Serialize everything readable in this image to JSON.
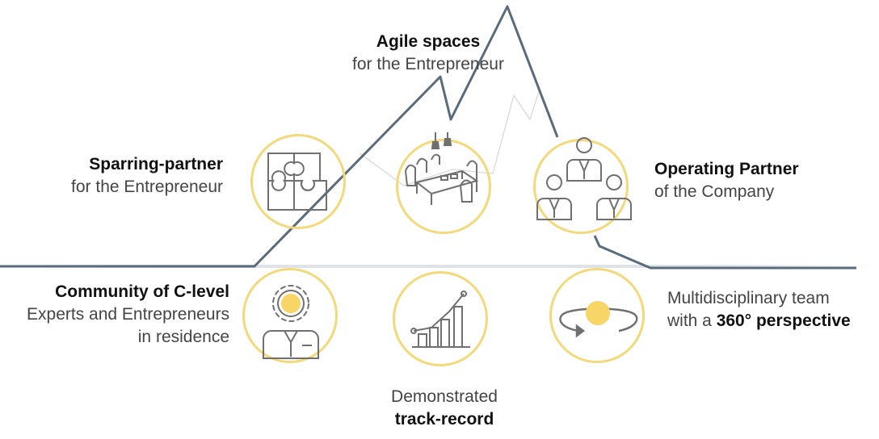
{
  "colors": {
    "mountain": "#5a6b7b",
    "accent": "#f7d566",
    "ring": "#f3d97a",
    "icon": "#707070"
  },
  "labels": {
    "agile": {
      "bold": "Agile spaces",
      "sub": "for the Entrepreneur"
    },
    "sparring": {
      "bold": "Sparring-partner",
      "sub": "for the Entrepreneur"
    },
    "operating": {
      "bold": "Operating Partner",
      "sub": "of the Company"
    },
    "community": {
      "bold": "Community of C-level",
      "sub1": "Experts and Entrepreneurs",
      "sub2": "in residence"
    },
    "multi": {
      "line1": "Multidisciplinary team",
      "line2_prefix": "with a ",
      "line2_bold": "360° perspective"
    },
    "track": {
      "line1": "Demonstrated",
      "bold": "track-record"
    }
  },
  "icons": [
    "puzzle-icon",
    "meeting-room-icon",
    "team-icon",
    "executive-gear-icon",
    "growth-chart-icon",
    "rotation-360-icon"
  ]
}
